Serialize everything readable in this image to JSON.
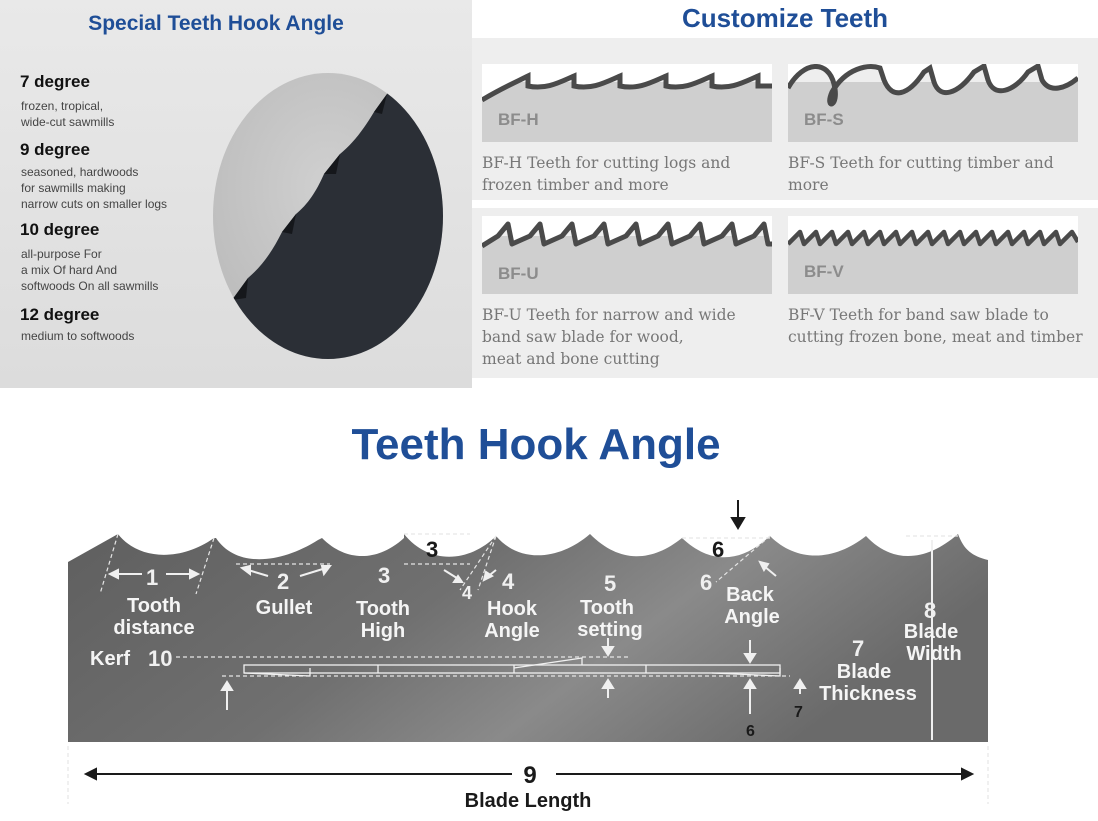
{
  "hook_panel": {
    "title": "Special Teeth Hook Angle",
    "degrees": [
      {
        "title": "7 degree",
        "desc": "frozen, tropical,\nwide-cut sawmills"
      },
      {
        "title": "9 degree",
        "desc": "seasoned, hardwoods\nfor sawmills making\nnarrow cuts on smaller logs"
      },
      {
        "title": "10 degree",
        "desc": " all-purpose For\na mix Of hard And\nsoftwoods On all sawmills"
      },
      {
        "title": "12 degree",
        "desc": "medium to softwoods"
      }
    ]
  },
  "custom_panel": {
    "title": "Customize Teeth",
    "teeth": [
      {
        "code": "BF-H",
        "desc": "BF-H Teeth for cutting logs and\nfrozen timber and more"
      },
      {
        "code": "BF-S",
        "desc": "BF-S Teeth for cutting timber and more"
      },
      {
        "code": "BF-U",
        "desc": "BF-U Teeth for narrow and wide\nband saw blade for wood,\nmeat and bone cutting"
      },
      {
        "code": "BF-V",
        "desc": "BF-V Teeth for band saw blade to\ncutting frozen bone, meat and timber"
      }
    ]
  },
  "diagram": {
    "title": "Teeth Hook Angle",
    "labels": {
      "n1": "1",
      "tooth_distance_1": "Tooth",
      "tooth_distance_2": "distance",
      "n2": "2",
      "gullet": "Gullet",
      "n3": "3",
      "n3_top": "3",
      "tooth_high_1": "Tooth",
      "tooth_high_2": "High",
      "n4": "4",
      "n4_small": "4",
      "hook_angle_1": "Hook",
      "hook_angle_2": "Angle",
      "n5": "5",
      "tooth_setting_1": "Tooth",
      "tooth_setting_2": "setting",
      "n6_top": "6",
      "n6": "6",
      "back_angle_1": "Back",
      "back_angle_2": "Angle",
      "n6_bottom": "6",
      "n7": "7",
      "blade_thickness_1": "Blade",
      "blade_thickness_2": "Thickness",
      "n7_small": "7",
      "n8": "8",
      "blade_width_1": "Blade",
      "blade_width_2": "Width",
      "kerf": "Kerf",
      "n10": "10",
      "n9": "9",
      "blade_length": "Blade Length"
    }
  }
}
